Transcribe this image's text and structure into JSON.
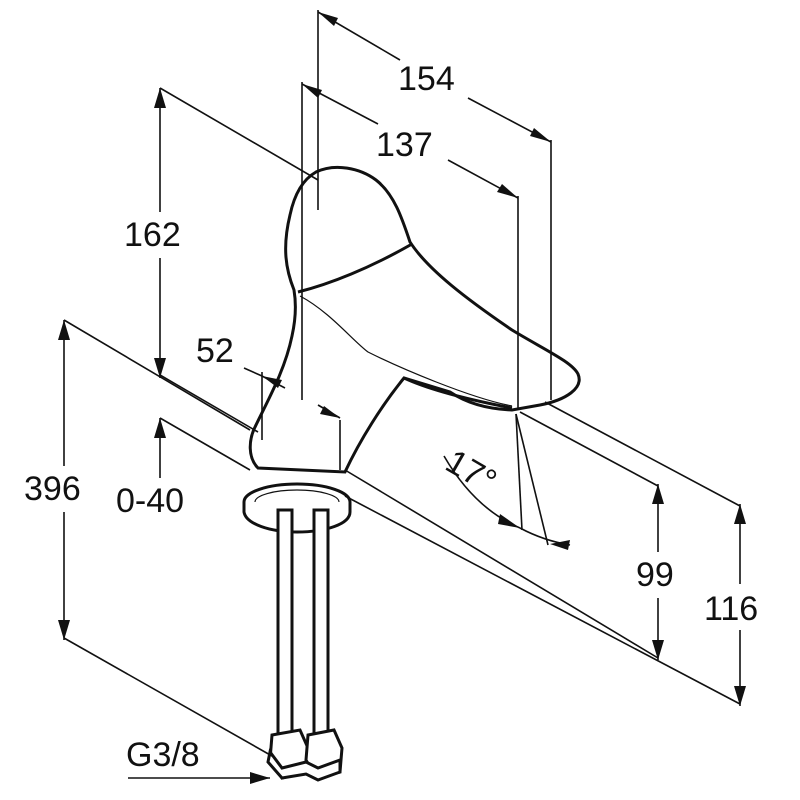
{
  "dimensions": {
    "width_overall": "154",
    "width_spout": "137",
    "height_lever": "162",
    "base_diameter": "52",
    "height_total": "396",
    "deck_thickness": "0-40",
    "spout_height": "99",
    "spout_top_height": "116",
    "lever_angle": "17°",
    "connection_thread": "G3/8"
  },
  "colors": {
    "ink": "#111111",
    "background": "#ffffff"
  }
}
